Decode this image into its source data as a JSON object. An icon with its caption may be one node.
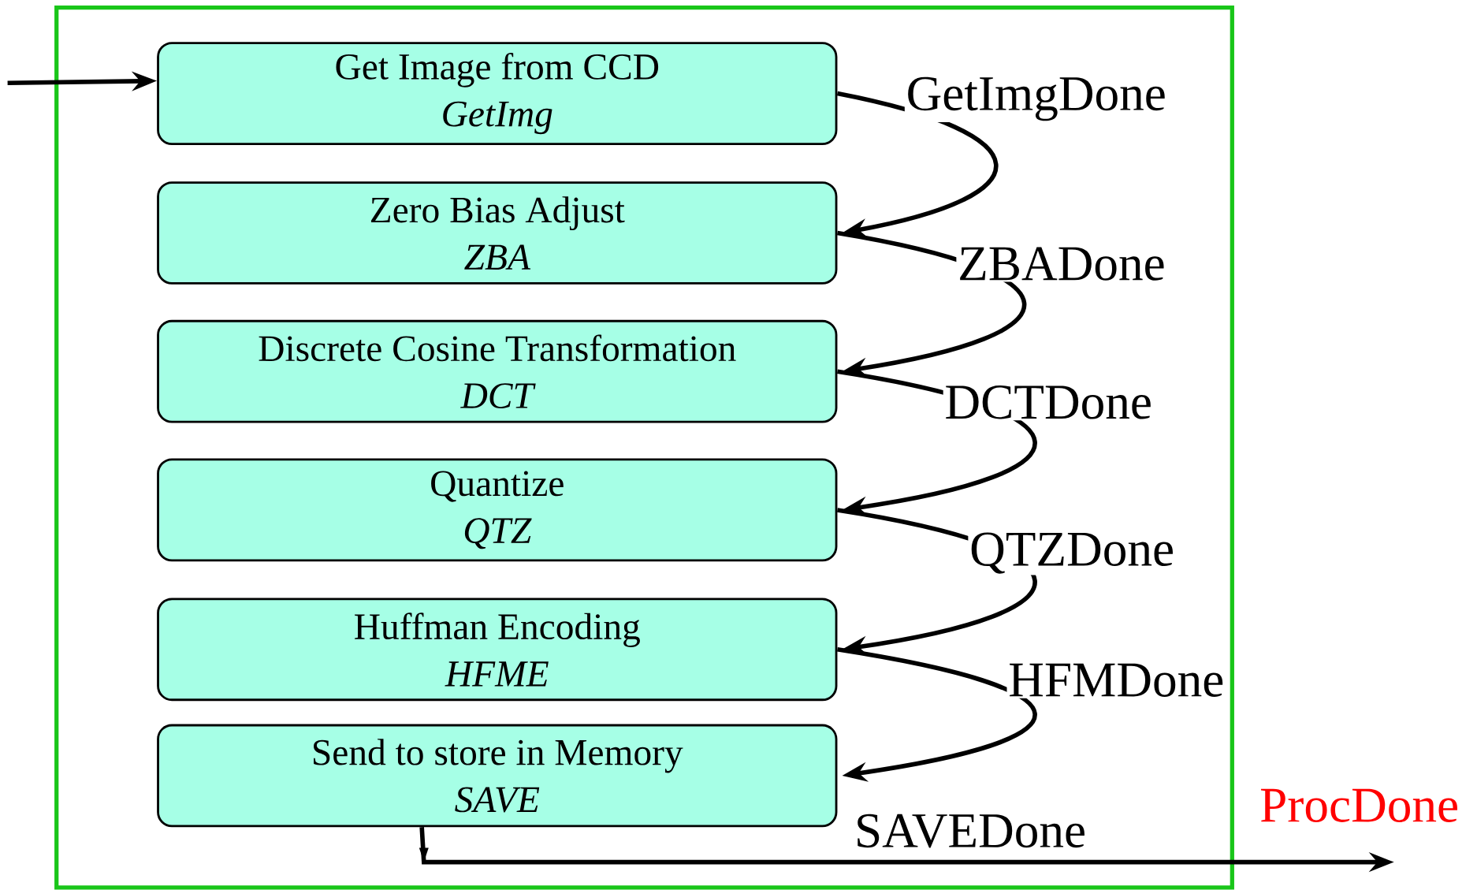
{
  "diagram": {
    "nodes": [
      {
        "text": [],
        "shape": "box"
      },
      {
        "text": [
          "Get Image from CCD",
          "GetImg"
        ],
        "in": 0
      },
      {
        "text": [
          "Zero Bias Adjust",
          "ZBA"
        ],
        "in": 0
      },
      {
        "text": [
          "Discrete Cosine Transformation",
          "DCT"
        ],
        "in": 0
      },
      {
        "text": [
          "Quantize",
          "QTZ"
        ],
        "in": 0
      },
      {
        "text": [
          "Huffman Encoding",
          "HFME"
        ],
        "in": 0
      },
      {
        "text": [
          "Send to store in Memory",
          "SAVE"
        ],
        "in": 0
      }
    ],
    "edges": [
      {
        "from": null,
        "to": 1,
        "arrow": "to"
      },
      {
        "from": 1,
        "to": 2,
        "arrow": "to",
        "label": "GetImgDone"
      },
      {
        "from": 2,
        "to": 3,
        "arrow": "to",
        "label": "ZBADone"
      },
      {
        "from": 3,
        "to": 4,
        "arrow": "to",
        "label": "DCTDone"
      },
      {
        "from": 4,
        "to": 5,
        "arrow": "to",
        "label": "QTZDone"
      },
      {
        "from": 5,
        "to": 6,
        "arrow": "to",
        "label": "HFMDone"
      },
      {
        "from": 6,
        "to": null,
        "arrow": "to",
        "label": "SAVEDone"
      }
    ],
    "labels": [
      "ProcDone"
    ]
  }
}
